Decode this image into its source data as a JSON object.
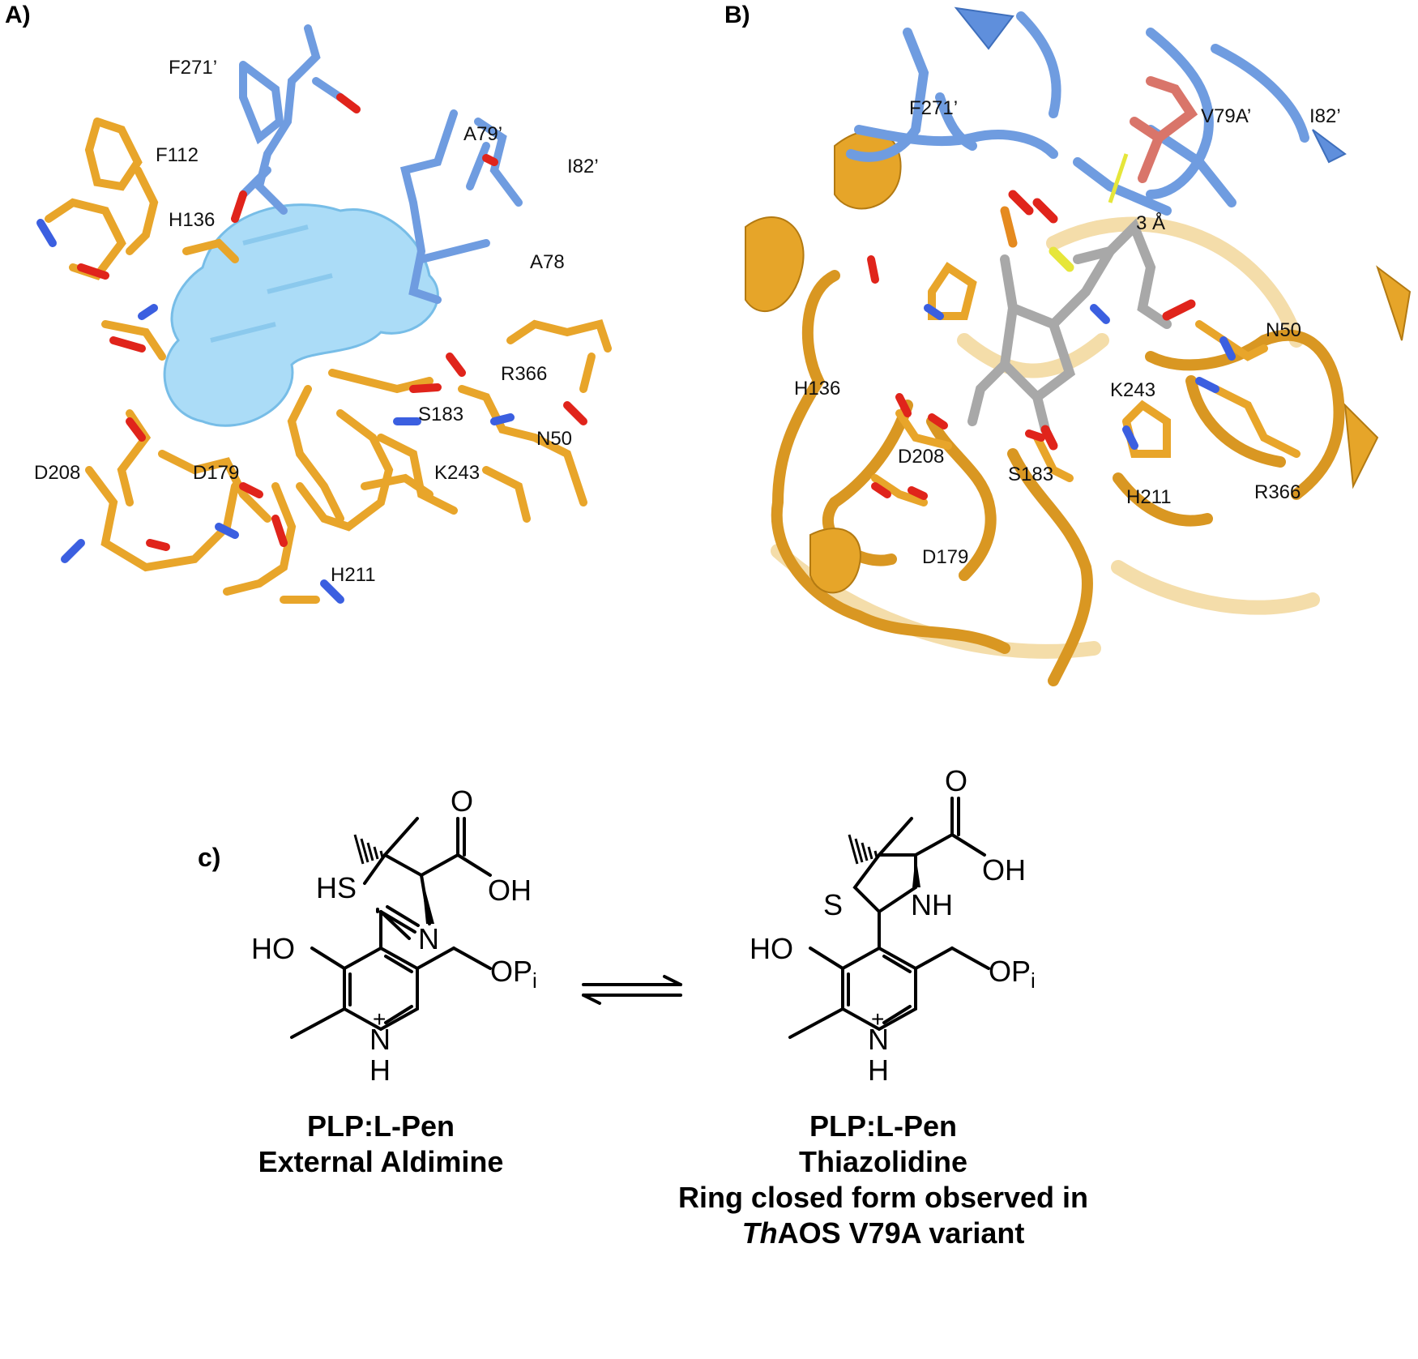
{
  "panels": {
    "a_label": "A)",
    "b_label": "B)",
    "c_label": "c)"
  },
  "panel_a_residues": [
    "F271’",
    "F112",
    "A79’",
    "I82’",
    "H136",
    "A78",
    "R366",
    "S183",
    "N50",
    "D208",
    "D179",
    "K243",
    "H211"
  ],
  "panel_b_residues": [
    "F271’",
    "V79A’",
    "I82’",
    "3 Å",
    "N50",
    "H136",
    "K243",
    "D208",
    "S183",
    "H211",
    "R366",
    "D179"
  ],
  "molecule_left": {
    "atoms": [
      "HS",
      "O",
      "OH",
      "N",
      "HO",
      "OP",
      "i",
      "+",
      "N",
      "H"
    ],
    "caption_line1": "PLP:L-Pen",
    "caption_line2": "External Aldimine"
  },
  "molecule_right": {
    "atoms": [
      "O",
      "OH",
      "S",
      "NH",
      "HO",
      "OP",
      "i",
      "+",
      "N",
      "H"
    ],
    "caption_line1": "PLP:L-Pen",
    "caption_line2": "Thiazolidine",
    "caption_line3": "Ring closed form observed in",
    "caption_line4_italic": "Th",
    "caption_line4_rest": "AOS V79A variant"
  },
  "colors": {
    "orange_stick": "#e8a52a",
    "blue_stick": "#6f9ce0",
    "oxygen": "#e0241b",
    "nitrogen": "#3b5fe0",
    "density": "#5ab8ef",
    "ligand_gray": "#a8a8a8",
    "variant_salmon": "#d9756a",
    "sulfur": "#e6e63a"
  }
}
